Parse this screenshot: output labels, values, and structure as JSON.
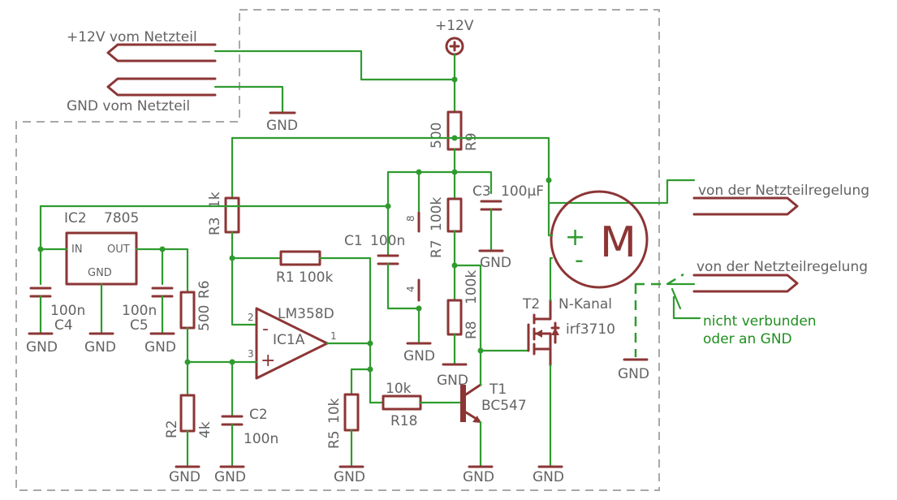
{
  "supply": {
    "plus12_label": "+12V",
    "in_12v": "+12V vom Netzteil",
    "in_gnd": "GND vom Netzteil",
    "out_reg1": "von der Netzteilregelung",
    "out_reg2": "von der Netzteilregelung"
  },
  "gnd_label": "GND",
  "parts": {
    "r9_name": "R9",
    "r9_value": "500",
    "r3_name": "R3",
    "r3_value": "1k",
    "r1_name": "R1",
    "r1_value": "100k",
    "r6_name": "R6",
    "r6_value": "500",
    "r2_name": "R2",
    "r2_value": "4k",
    "r7_name": "R7",
    "r7_value": "100k",
    "r8_name": "R8",
    "r8_value": "100k",
    "r5_name": "R5",
    "r5_value": "10k",
    "r18_name": "R18",
    "r18_value": "10k",
    "c1_name": "C1",
    "c1_value": "100n",
    "c2_name": "C2",
    "c2_value": "100n",
    "c3_name": "C3",
    "c3_value": "100µF",
    "c4_name": "C4",
    "c4_value": "100n",
    "c5_name": "C5",
    "c5_value": "100n",
    "ic2_name": "IC2",
    "ic2_value": "7805",
    "ic2_in": "IN",
    "ic2_out": "OUT",
    "ic2_gnd": "GND",
    "ic1_name": "IC1A",
    "ic1_value": "LM358D",
    "t1_name": "T1",
    "t1_value": "BC547",
    "t2_name": "T2",
    "t2_type": "N-Kanal",
    "t2_value": "irf3710",
    "motor_label": "M",
    "motor_plus": "+",
    "motor_minus": "-"
  },
  "pins": {
    "ic1_p1": "1",
    "ic1_p2": "2",
    "ic1_p3": "3",
    "ic1_p8": "8",
    "ic1_p4": "4",
    "op_minus": "-",
    "op_plus": "+"
  },
  "note": {
    "line1": "nicht verbunden",
    "line2": "oder an GND"
  },
  "colors": {
    "wire": "#2f9b2f",
    "part": "#8c3535",
    "label": "#636363",
    "frame": "#a8a8a8"
  }
}
